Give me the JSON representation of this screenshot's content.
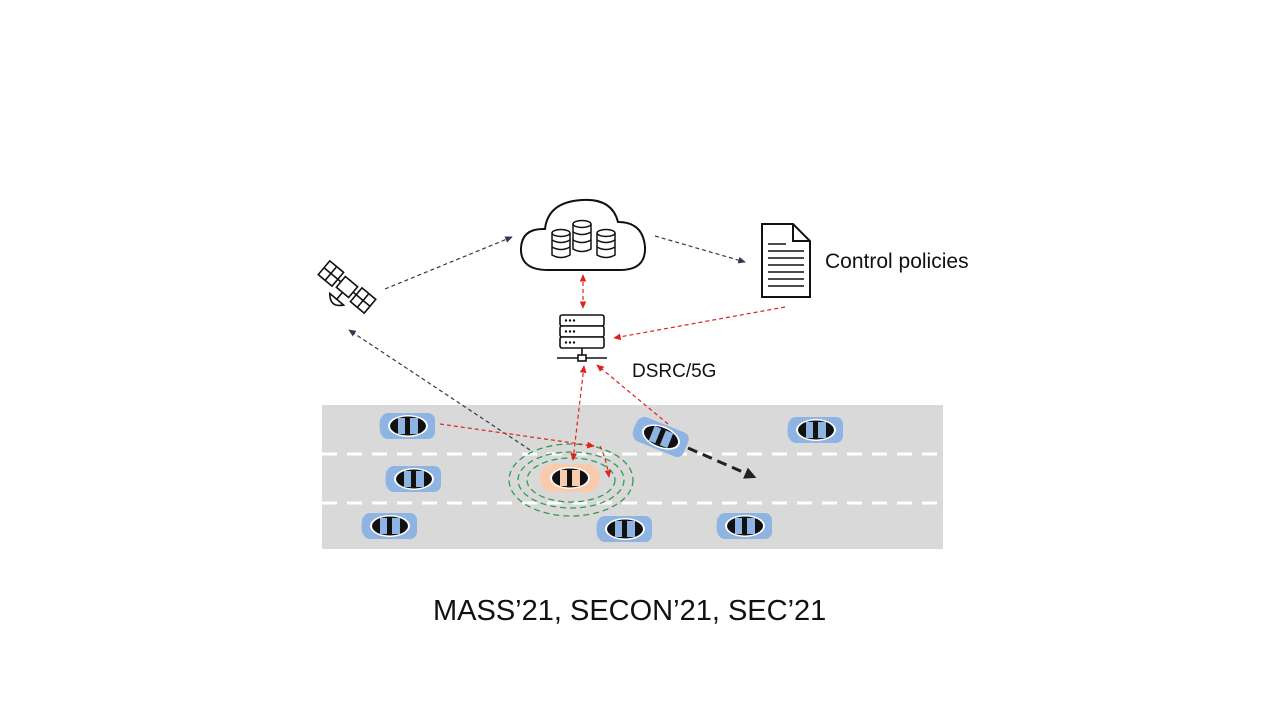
{
  "labels": {
    "control_policies": "Control policies",
    "link_type": "DSRC/5G",
    "footer": "MASS’21, SECON’21, SEC’21"
  },
  "icons": [
    "satellite-icon",
    "cloud-database-icon",
    "document-icon",
    "server-icon"
  ],
  "colors": {
    "road": "#d9d9d9",
    "lane_marking": "#ffffff",
    "car": "#8eb4e3",
    "ego_car": "#f8cbad",
    "control_link": "#e0211c",
    "data_link": "#2f3a4f",
    "broadcast_ring": "#2e9e4f"
  }
}
